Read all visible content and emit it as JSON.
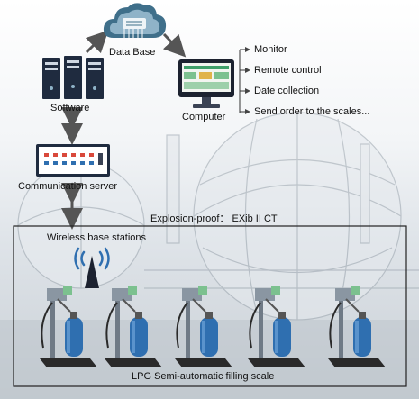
{
  "nodes": {
    "database": "Data Base",
    "software": "Software",
    "computer": "Computer",
    "server": "Communication server",
    "explosion": "Explosion-proof： EXib II CT",
    "wireless": "Wireless base stations",
    "scale": "LPG Semi-automatic filling scale"
  },
  "functions": [
    "Monitor",
    "Remote control",
    "Date collection",
    "Send order to the scales..."
  ],
  "colors": {
    "cloud_dark": "#3f6f8a",
    "cloud_light": "#8fb3c8",
    "monitor_screen": "#3fa06a",
    "cylinder": "#2f6fb0",
    "server_body": "#1f2b3f",
    "arrow": "#555555"
  }
}
